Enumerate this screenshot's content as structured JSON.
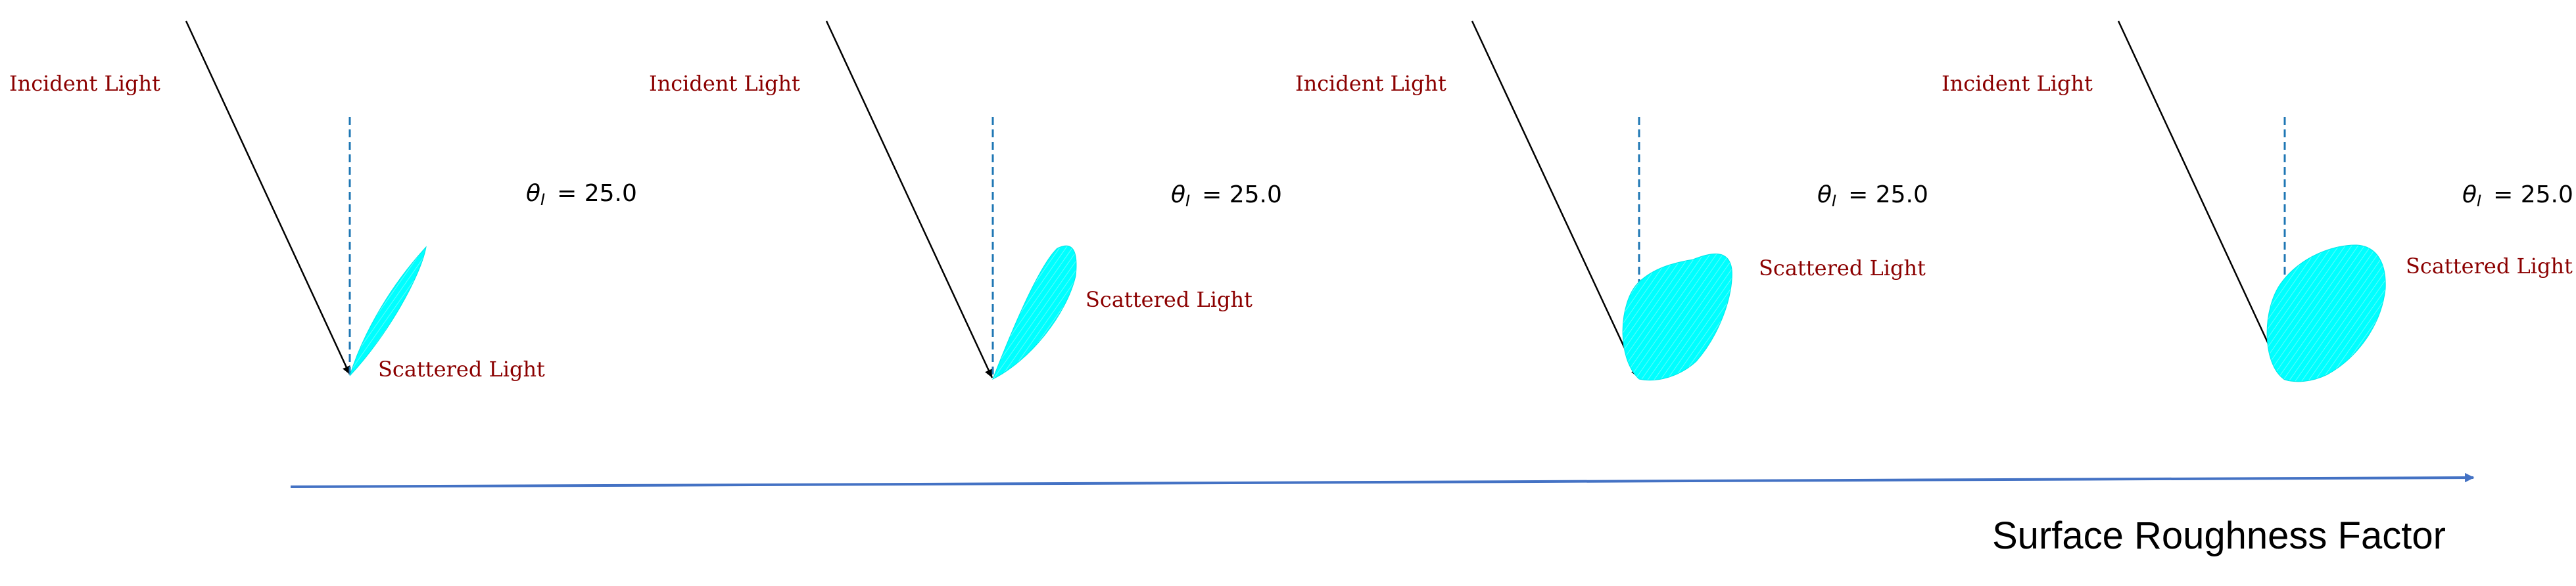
{
  "colors": {
    "label_text": "#8b0000",
    "incident_ray": "#000000",
    "normal_line": "#1f77b4",
    "lobe_fill": "#00ffff",
    "lobe_stroke": "#00e6e6",
    "axis_arrow": "#4472c4"
  },
  "panels": [
    {
      "incident_label": "Incident Light",
      "scattered_label": "Scattered Light",
      "theta_symbol": "θ",
      "theta_subscript": "I",
      "theta_value": "= 25.0"
    },
    {
      "incident_label": "Incident Light",
      "scattered_label": "Scattered Light",
      "theta_symbol": "θ",
      "theta_subscript": "I",
      "theta_value": "= 25.0"
    },
    {
      "incident_label": "Incident Light",
      "scattered_label": "Scattered Light",
      "theta_symbol": "θ",
      "theta_subscript": "I",
      "theta_value": "= 25.0"
    },
    {
      "incident_label": "Incident Light",
      "scattered_label": "Scattered Light",
      "theta_symbol": "θ",
      "theta_subscript": "I",
      "theta_value": "= 25.0"
    }
  ],
  "axis": {
    "title": "Surface Roughness Factor"
  }
}
